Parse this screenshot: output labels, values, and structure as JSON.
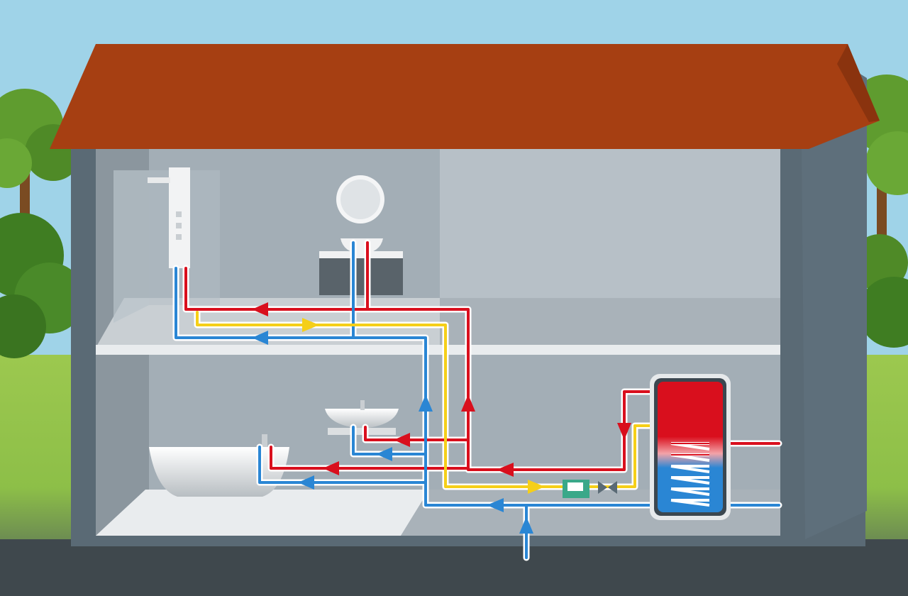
{
  "diagram": {
    "type": "domestic hot water circulation system",
    "labels": [],
    "flows": [
      {
        "name": "hot-water",
        "color": "#d90f1d"
      },
      {
        "name": "cold-water",
        "color": "#2a86d4"
      },
      {
        "name": "circulation-return",
        "color": "#f5cf19"
      }
    ],
    "components": [
      "shower-panel",
      "wash-basin-upper",
      "round-mirror",
      "vanity-cabinet",
      "wash-basin-lower",
      "bathtub",
      "circulation-pump",
      "check-valve",
      "hot-water-storage-tank",
      "heating-coil",
      "cold-water-inlet"
    ]
  },
  "colors": {
    "sky": "#9fd3e8",
    "roof": "#a63f12",
    "wall": "#5a6a75",
    "interior": "#9aa4ad",
    "hot": "#d90f1d",
    "cold": "#2a86d4",
    "circulation": "#f5cf19",
    "grass": "#8fc34a"
  }
}
